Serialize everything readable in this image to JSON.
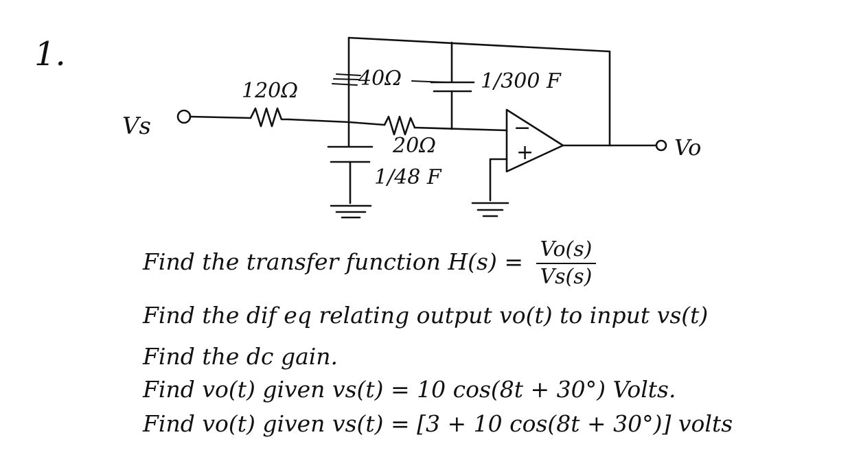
{
  "problem_number": "1.",
  "circuit": {
    "source_label": "Vs",
    "output_label": "Vo",
    "r_input": "120Ω",
    "r_feedback": "40Ω",
    "r_series": "20Ω",
    "c_feedback": "1/300 F",
    "c_shunt": "1/48 F",
    "opamp_minus": "−",
    "opamp_plus": "+"
  },
  "questions": {
    "q1_text": "Find the transfer function  H(s) =",
    "q1_num": "Vo(s)",
    "q1_den": "Vs(s)",
    "q2_text": "Find the dif eq relating output vo(t) to input vs(t)",
    "q3_text": "Find the dc gain.",
    "q4_text": "Find vo(t)  given  vs(t) = 10 cos(8t + 30°)  Volts.",
    "q5_text": "Find vo(t)  given  vs(t) = [3 + 10 cos(8t + 30°)] volts"
  }
}
